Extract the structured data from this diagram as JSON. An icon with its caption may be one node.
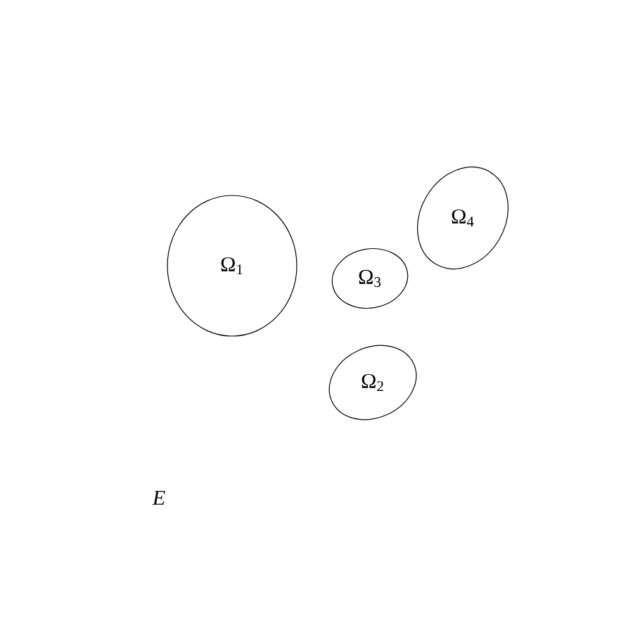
{
  "diagram": {
    "nodes": [
      {
        "text": [
          "Ω$_{1}$"
        ]
      },
      {
        "text": [
          "Ω$_{3}$"
        ]
      },
      {
        "text": [
          "Ω$_{2}$"
        ]
      },
      {
        "text": [
          "Ω$_{4}$"
        ]
      }
    ],
    "labels": [
      "E"
    ]
  }
}
